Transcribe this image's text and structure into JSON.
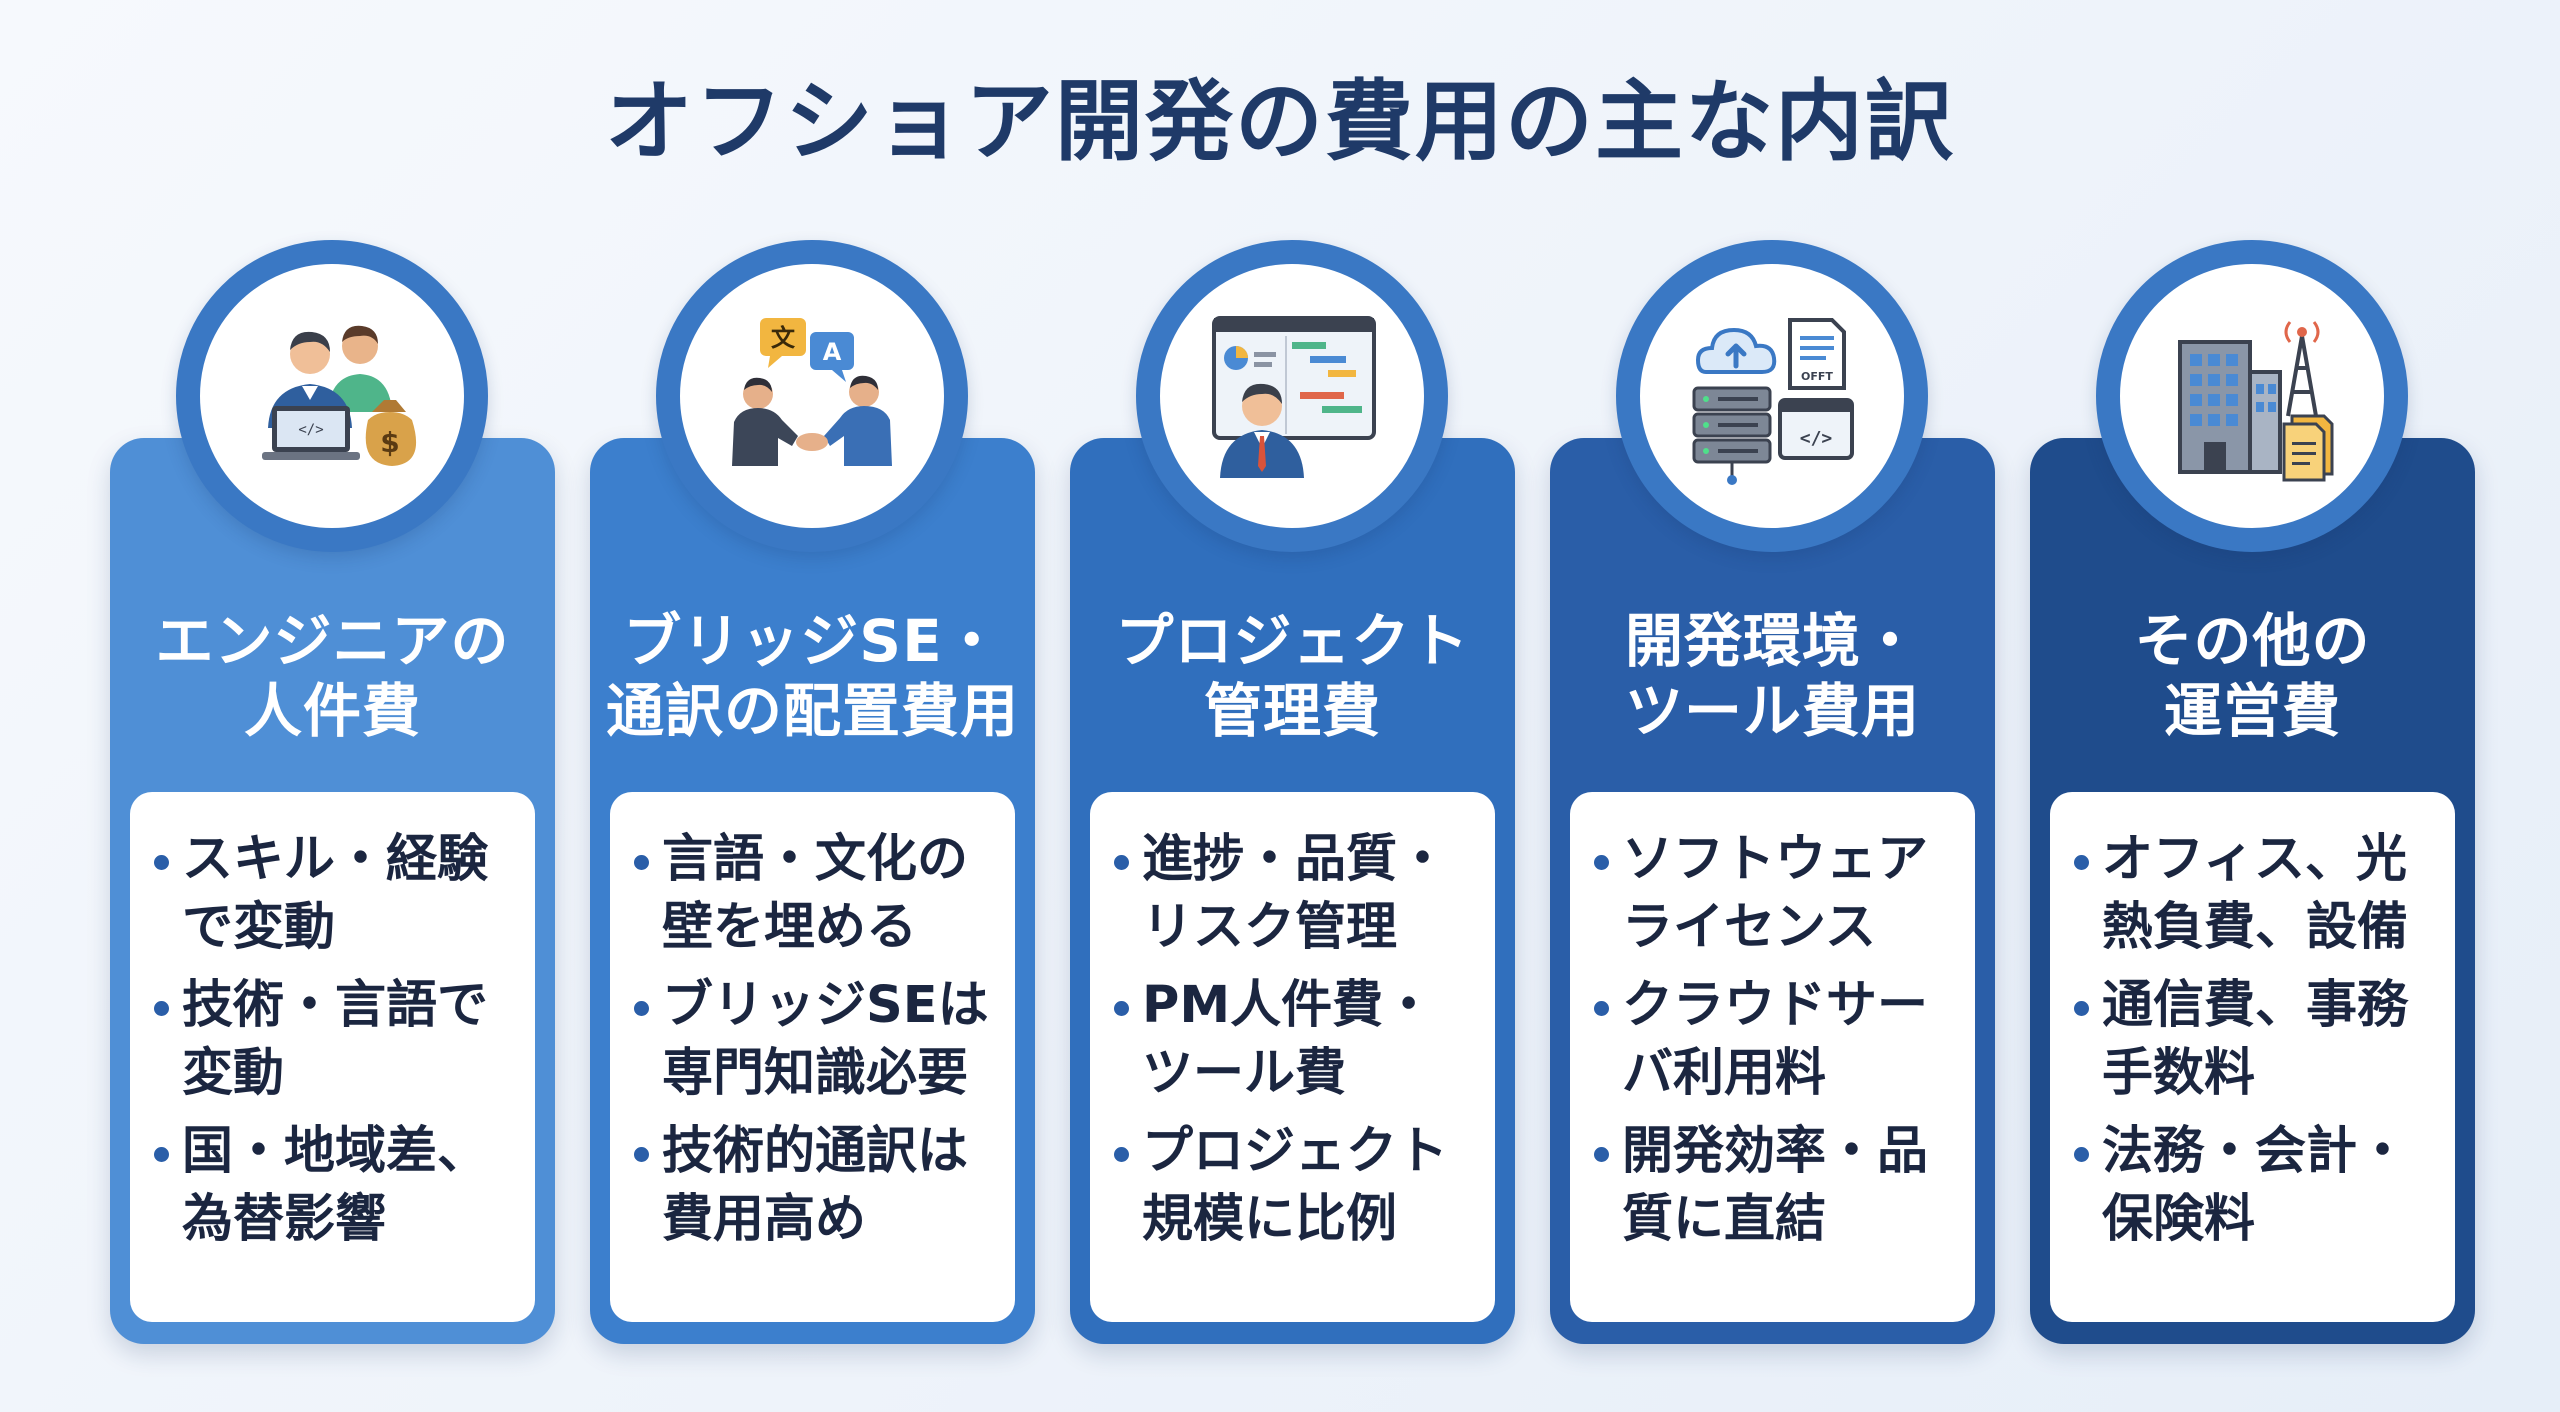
{
  "title": "オフショア開発の費用の主な内訳",
  "cards": [
    {
      "icon": "engineers-with-money-bag-icon",
      "color": "#4f8fd6",
      "title": [
        "エンジニアの",
        "人件費"
      ],
      "bullets": [
        [
          "スキル・経験",
          "で変動"
        ],
        [
          "技術・言語で",
          "変動"
        ],
        [
          "国・地域差、",
          "為替影響"
        ]
      ]
    },
    {
      "icon": "handshake-translation-icon",
      "color": "#3c7fcd",
      "title": [
        "ブリッジSE・",
        "通訳の配置費用"
      ],
      "bullets": [
        [
          "言語・文化の",
          "壁を埋める"
        ],
        [
          "ブリッジSEは",
          "専門知識必要"
        ],
        [
          "技術的通訳は",
          "費用高め"
        ]
      ]
    },
    {
      "icon": "project-manager-gantt-chart-icon",
      "color": "#306fbd",
      "title": [
        "プロジェクト",
        "管理費"
      ],
      "bullets": [
        [
          "進捗・品質・",
          "リスク管理"
        ],
        [
          "PM人件費・",
          "ツール費"
        ],
        [
          "プロジェクト",
          "規模に比例"
        ]
      ]
    },
    {
      "icon": "cloud-server-tools-icon",
      "color": "#2a5ea8",
      "title": [
        "開発環境・",
        "ツール費用"
      ],
      "bullets": [
        [
          "ソフトウェア",
          "ライセンス"
        ],
        [
          "クラウドサー",
          "バ利用料"
        ],
        [
          "開発効率・品",
          "質に直結"
        ]
      ]
    },
    {
      "icon": "office-building-documents-icon",
      "color": "#1f4c8c",
      "title": [
        "その他の",
        "運営費"
      ],
      "bullets": [
        [
          "オフィス、光",
          "熱負費、設備"
        ],
        [
          "通信費、事務",
          "手数料"
        ],
        [
          "法務・会計・",
          "保険料"
        ]
      ]
    }
  ],
  "icon_labels": {
    "translate_source": "文",
    "translate_target": "A",
    "document_label": "OFFT",
    "currency": "$"
  },
  "colors": {
    "title": "#1f3a68",
    "ring": "#3a78c4",
    "bullet_dot": "#2a5ea8"
  }
}
